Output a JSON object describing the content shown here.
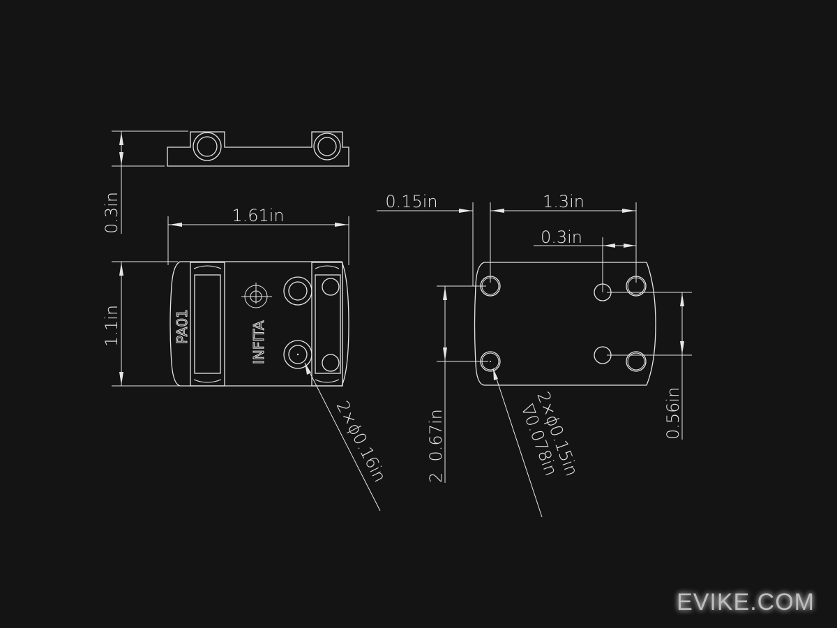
{
  "drawing": {
    "side_view": {
      "height_dim": "0.3in"
    },
    "top_view": {
      "width_dim": "1.61in",
      "height_dim": "1.1in",
      "model_label": "PA01",
      "logo_text": "INFITA",
      "hole_callout": "2×ϕ0.16in"
    },
    "bottom_view": {
      "offset_dim": "0.15in",
      "hole_spacing_dim": "1.3in",
      "inner_offset_dim": "0.3in",
      "left_vertical_dim": "2  0.67in",
      "right_vertical_dim": "0.56in",
      "hole_callout_line1": "2×ϕ0.15in",
      "hole_callout_line2": "∇0.078in"
    }
  },
  "watermark": "EVIKE.COM",
  "colors": {
    "background": "#141414",
    "line": "#e6e6e6"
  }
}
